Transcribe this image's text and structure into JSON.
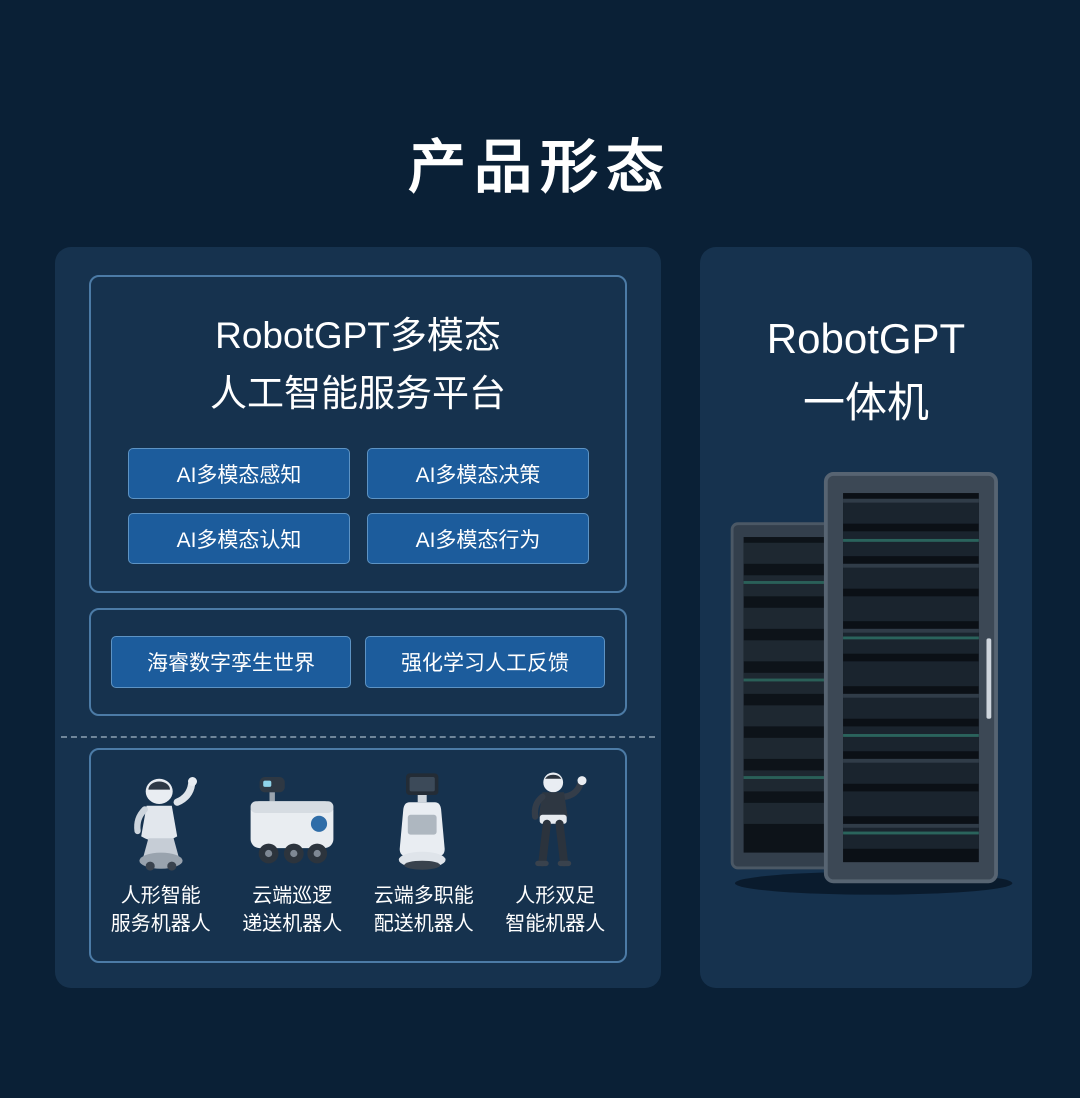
{
  "colors": {
    "background": "#0a2036",
    "panel": "#16324e",
    "box_border": "#4c7ba6",
    "button_bg": "#1c5c9c",
    "button_border": "#5d93c4",
    "text": "#ffffff"
  },
  "header": {
    "title": "产品形态"
  },
  "platform_card": {
    "box1": {
      "title_line1": "RobotGPT多模态",
      "title_line2": "人工智能服务平台",
      "buttons": [
        "AI多模态感知",
        "AI多模态决策",
        "AI多模态认知",
        "AI多模态行为"
      ]
    },
    "box2": {
      "buttons": [
        "海睿数字孪生世界",
        "强化学习人工反馈"
      ]
    },
    "robots": [
      {
        "line1": "人形智能",
        "line2": "服务机器人"
      },
      {
        "line1": "云端巡逻",
        "line2": "递送机器人"
      },
      {
        "line1": "云端多职能",
        "line2": "配送机器人"
      },
      {
        "line1": "人形双足",
        "line2": "智能机器人"
      }
    ]
  },
  "appliance_card": {
    "title_line1": "RobotGPT",
    "title_line2": "一体机"
  }
}
